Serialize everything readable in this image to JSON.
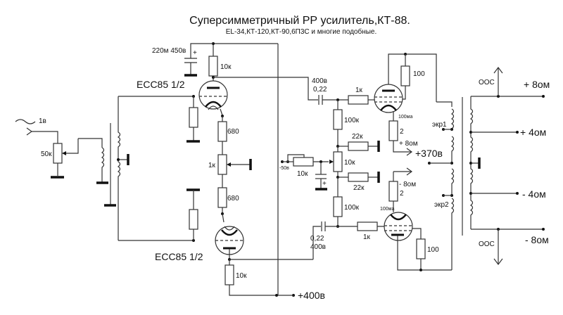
{
  "title": "Суперсимметричный РР усилитель,КТ-88.",
  "subtitle": "EL-34,КТ-120,КТ-90,6П3С и многие подобные.",
  "labels": {
    "input_signal": "1в",
    "input_pot": "50к",
    "cap_top": "220м 450в",
    "r_top_anode": "10к",
    "tube_top": "ECC85 1/2",
    "tube_bottom": "ECC85 1/2",
    "r_680_top": "680",
    "r_680_bottom": "680",
    "pot_balance": "1к",
    "r_bottom_cathode": "10к",
    "supply_400": "+400в",
    "cap_coupling_top_v": "400в",
    "cap_coupling_top_c": "0,22",
    "cap_coupling_bottom_c": "0,22",
    "cap_coupling_bottom_v": "400в",
    "r_grid_top": "1к",
    "r_grid_bottom": "1к",
    "r_100k_top": "100к",
    "r_100k_bottom": "100к",
    "r_22k_top": "22к",
    "r_22k_bottom": "22к",
    "pot_bias": "10к",
    "bias_pot": "10к",
    "bias_voltage": "-50в",
    "r_screen_top": "100",
    "r_screen_bottom": "100",
    "current_top": "100ма",
    "current_bottom": "100ма",
    "r_2_top": "2",
    "r_2_bottom": "2",
    "out_plus8_small": "+ 8ом",
    "out_minus8_small": "- 8ом",
    "supply_370": "+370в",
    "screen1": "экр1",
    "screen2": "экр2",
    "ooc_top": "ООС",
    "ooc_bottom": "ООС",
    "out_plus8": "+ 8ом",
    "out_plus4": "+ 4ом",
    "out_minus4": "- 4ом",
    "out_minus8": "- 8ом"
  }
}
